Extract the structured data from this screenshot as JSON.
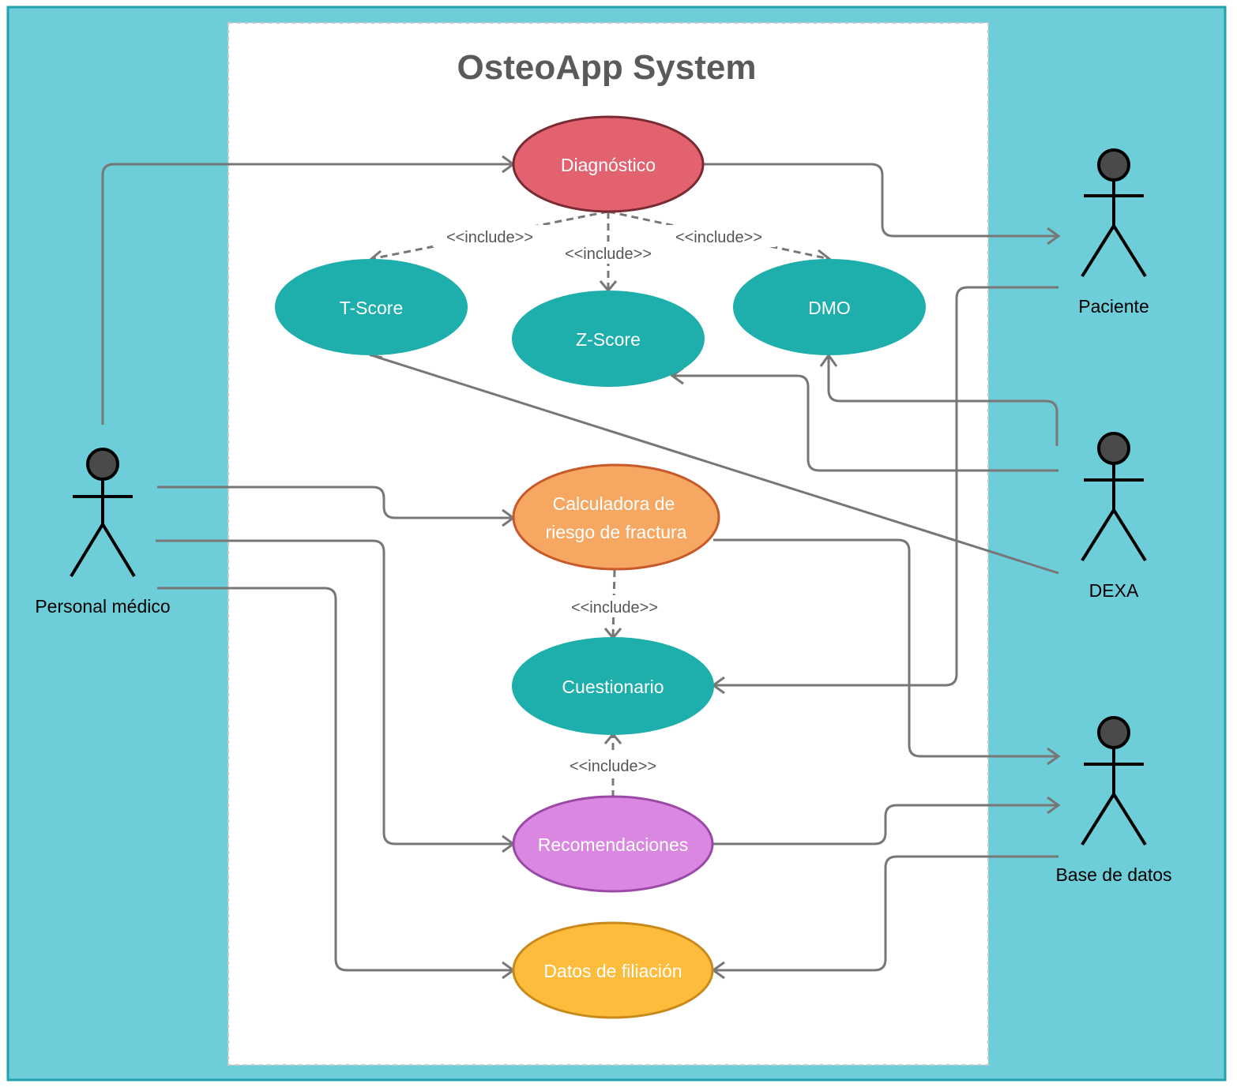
{
  "title": "OsteoApp System",
  "colors": {
    "background": "#6dcdd9",
    "frame": "#21a2ad",
    "system_box": "#ffffff",
    "diagnostico": "#e2626f",
    "teal": "#1eafad",
    "calculadora": "#f6a862",
    "recomendaciones": "#d987e0",
    "datos": "#fdbc3b"
  },
  "use_cases": {
    "diagnostico": "Diagnóstico",
    "tscore": "T-Score",
    "zscore": "Z-Score",
    "dmo": "DMO",
    "calculadora_line1": "Calculadora de",
    "calculadora_line2": "riesgo de fractura",
    "cuestionario": "Cuestionario",
    "recomendaciones": "Recomendaciones",
    "datos": "Datos de filiación"
  },
  "actors": {
    "personal": "Personal médico",
    "paciente": "Paciente",
    "dexa": "DEXA",
    "base": "Base de datos"
  },
  "include_label": "<<include>>"
}
